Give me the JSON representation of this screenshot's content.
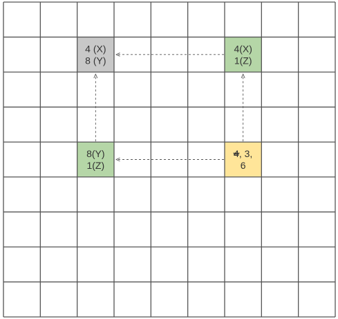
{
  "grid": {
    "rows": 9,
    "cols": 9,
    "line_color": "#555555",
    "background": "#ffffff"
  },
  "colors": {
    "gray": "#c8c8c8",
    "green": "#b5d6a7",
    "yellow": "#ffe599",
    "arrow": "#555555"
  },
  "cells": [
    {
      "id": "cell-r1-c2",
      "row": 1,
      "col": 2,
      "fill": "gray",
      "lines": [
        "4 (X)",
        "8 (Y)"
      ]
    },
    {
      "id": "cell-r1-c6",
      "row": 1,
      "col": 6,
      "fill": "green",
      "lines": [
        "4(X)",
        "1(Z)"
      ]
    },
    {
      "id": "cell-r4-c2",
      "row": 4,
      "col": 2,
      "fill": "green",
      "lines": [
        "8(Y)",
        "1(Z)"
      ]
    },
    {
      "id": "cell-r4-c6",
      "row": 4,
      "col": 6,
      "fill": "yellow",
      "lines": [
        "4, 3,",
        "6"
      ],
      "strike_first_char": true
    }
  ],
  "arrows": [
    {
      "id": "arrow-r1c6-to-r1c2",
      "from": [
        1,
        6
      ],
      "to": [
        1,
        2
      ]
    },
    {
      "id": "arrow-r4c6-to-r4c2",
      "from": [
        4,
        6
      ],
      "to": [
        4,
        2
      ]
    },
    {
      "id": "arrow-r4c6-to-r1c6",
      "from": [
        4,
        6
      ],
      "to": [
        1,
        6
      ]
    },
    {
      "id": "arrow-r4c2-to-r1c2",
      "from": [
        4,
        2
      ],
      "to": [
        1,
        2
      ]
    }
  ]
}
